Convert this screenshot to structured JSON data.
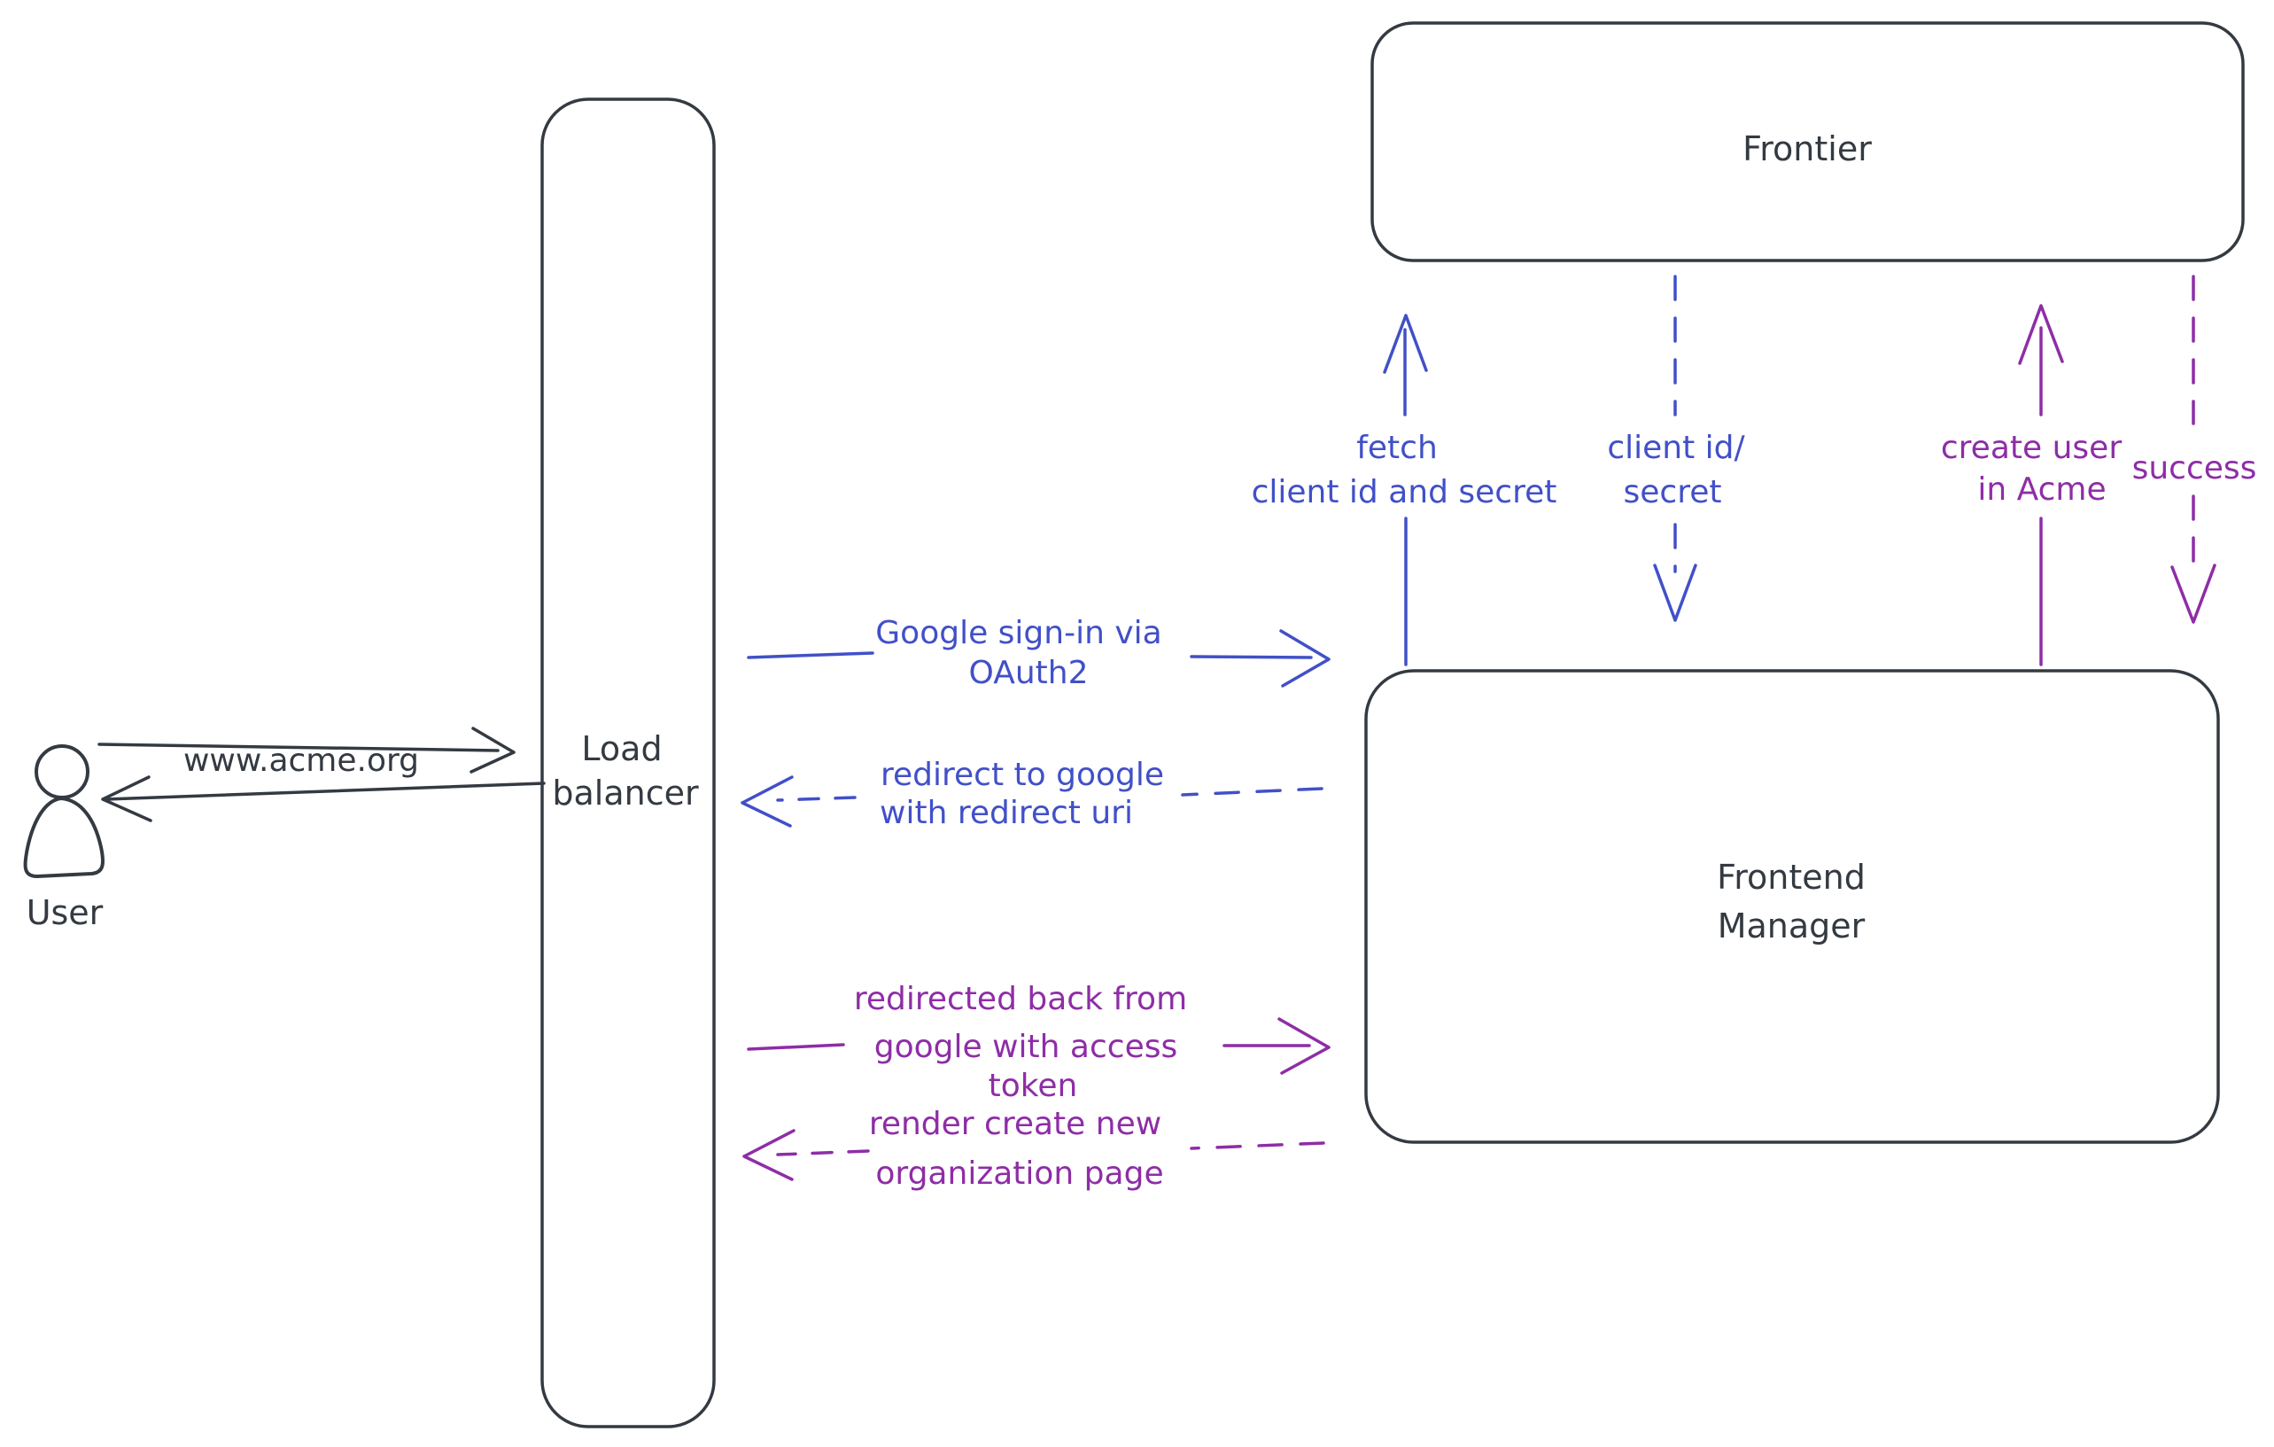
{
  "colors": {
    "stroke_dark": "#343a42",
    "blue": "#4150c8",
    "purple": "#8e2da6",
    "hatch": "#ccd5de"
  },
  "nodes": {
    "user": {
      "label": "User"
    },
    "load_balancer": {
      "lines": [
        "Load",
        "balancer"
      ]
    },
    "frontier": {
      "label": "Frontier"
    },
    "frontend_manager": {
      "lines": [
        "Frontend",
        "Manager"
      ]
    }
  },
  "edges": {
    "www_acme": {
      "label": "www.acme.org"
    },
    "google_signin": {
      "lines": [
        "Google sign-in via",
        "OAuth2"
      ]
    },
    "redirect_google": {
      "lines": [
        "redirect to google",
        "with redirect uri"
      ]
    },
    "fetch_secret": {
      "lines": [
        "fetch",
        "client id and secret"
      ]
    },
    "client_id_secret": {
      "lines": [
        "client id/",
        "secret"
      ]
    },
    "create_user": {
      "lines": [
        "create user",
        "in Acme"
      ]
    },
    "success": {
      "label": "success"
    },
    "redirected_back": {
      "lines": [
        "redirected back from",
        "google with access",
        "token"
      ]
    },
    "render_org": {
      "lines": [
        "render create new",
        "organization page"
      ]
    }
  }
}
